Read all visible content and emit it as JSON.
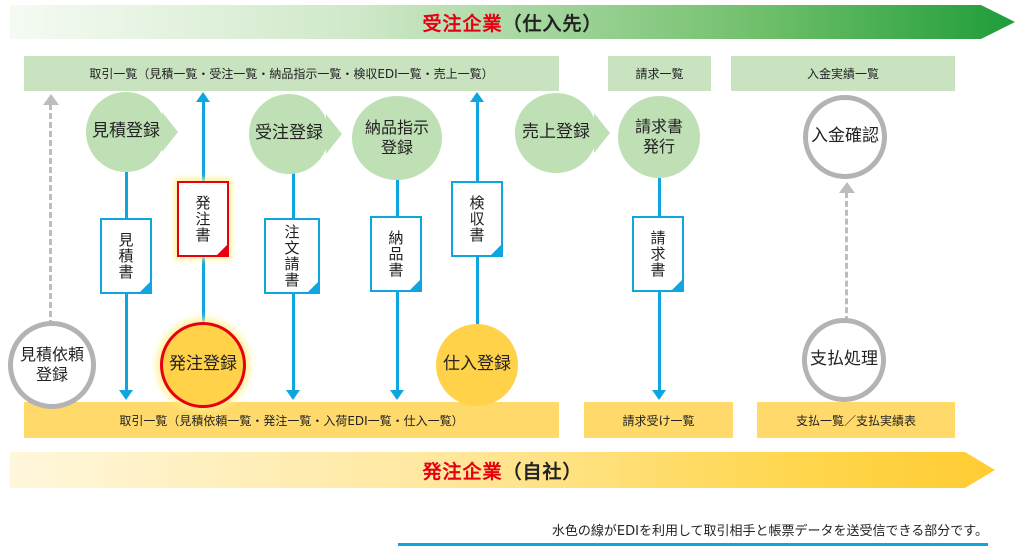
{
  "banner_top": {
    "title_red": "受注企業",
    "title_black": "（仕入先）"
  },
  "banner_bottom": {
    "title_red": "発注企業",
    "title_black": "（自社）"
  },
  "top_bars": {
    "main": "取引一覧（見積一覧・受注一覧・納品指示一覧・検収EDI一覧・売上一覧）",
    "invoice": "請求一覧",
    "payment": "入金実績一覧"
  },
  "bottom_bars": {
    "main": "取引一覧（見積依頼一覧・発注一覧・入荷EDI一覧・仕入一覧）",
    "invoice": "請求受け一覧",
    "payment": "支払一覧／支払実績表"
  },
  "supplier_steps": {
    "estimate": "見積登録",
    "order_receive": "受注登録",
    "delivery_instruction_l1": "納品指示",
    "delivery_instruction_l2": "登録",
    "sales": "売上登録",
    "invoice_l1": "請求書",
    "invoice_l2": "発行",
    "payment_confirm": "入金確認"
  },
  "buyer_steps": {
    "estimate_request_l1": "見積依頼",
    "estimate_request_l2": "登録",
    "order": "発注登録",
    "purchase": "仕入登録",
    "payment": "支払処理"
  },
  "documents": {
    "estimate": "見積書",
    "order": "発注書",
    "order_ack": "注文請書",
    "delivery": "納品書",
    "inspection": "検収書",
    "invoice": "請求書"
  },
  "colors": {
    "edi_line": "#0ea5e0",
    "supplier_green": "#bfe0b5",
    "buyer_yellow": "#ffd24a",
    "highlight_red": "#e60012",
    "manual_gray": "#bdbdbd"
  },
  "note": "水色の線がEDIを利用して取引相手と帳票データを送受信できる部分です。"
}
